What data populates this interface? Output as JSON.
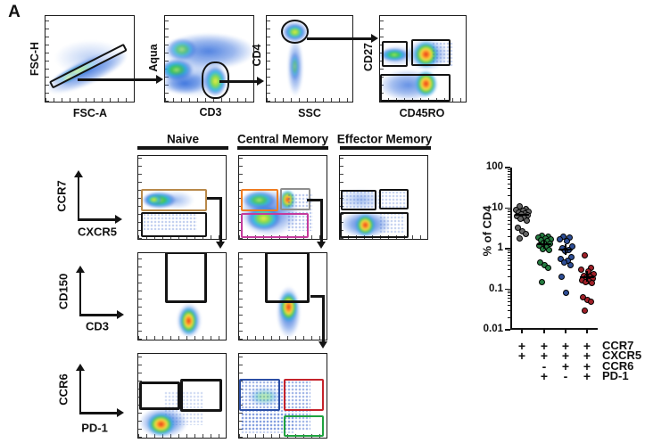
{
  "panel_label": "A",
  "gating_plots": [
    {
      "y": "FSC-H",
      "x": "FSC-A"
    },
    {
      "y": "Aqua",
      "x": "CD3"
    },
    {
      "y": "CD4",
      "x": "SSC"
    },
    {
      "y": "CD27",
      "x": "CD45RO"
    }
  ],
  "subset_columns": [
    {
      "label": "Naive"
    },
    {
      "label": "Central Memory"
    },
    {
      "label": "Effector Memory"
    }
  ],
  "marker_axes": [
    {
      "y": "CCR7",
      "x": "CXCR5"
    },
    {
      "y": "CD150",
      "x": "CD3"
    },
    {
      "y": "CCR6",
      "x": "PD-1"
    }
  ],
  "gate_colors": {
    "tan": "#B8894A",
    "orange": "#F07C21",
    "gray": "#8E8E8E",
    "magenta": "#C43B9C",
    "blue": "#2B4EA4",
    "red": "#C5232B",
    "green": "#1FA23F",
    "black": "#141414"
  },
  "chart_data": {
    "type": "scatter",
    "title": "",
    "ylabel": "% of CD4",
    "xlabel": "",
    "yscale": "log",
    "ylim": [
      0.01,
      100
    ],
    "grid": false,
    "legend_position": "none",
    "yticks": [
      {
        "label": "100",
        "value": 100
      },
      {
        "label": "10",
        "value": 10
      },
      {
        "label": "1",
        "value": 1
      },
      {
        "label": "0.1",
        "value": 0.1
      },
      {
        "label": "0.01",
        "value": 0.01
      }
    ],
    "groups": [
      {
        "name": "CCR7+ CXCR5+",
        "color": "#666666",
        "median": 7,
        "values": [
          11,
          9.5,
          9,
          8.7,
          8.2,
          7.8,
          7.4,
          7,
          6.6,
          6.2,
          5.8,
          5.4,
          5,
          3.3,
          2.7,
          2.3,
          1.8
        ]
      },
      {
        "name": "CCR7+ CXCR5+ CCR6- PD-1+",
        "color": "#267D41",
        "median": 1.3,
        "whisker": [
          1.0,
          1.6
        ],
        "values": [
          2.1,
          2.0,
          1.9,
          1.8,
          1.7,
          1.6,
          1.5,
          1.4,
          1.3,
          1.2,
          1.1,
          1.0,
          0.95,
          0.45,
          0.4,
          0.34,
          0.15
        ]
      },
      {
        "name": "CCR7+ CXCR5+ CCR6+ PD-1-",
        "color": "#2E4E96",
        "median": 0.95,
        "whisker": [
          0.7,
          1.3
        ],
        "values": [
          2.0,
          1.85,
          1.7,
          1.55,
          1.15,
          1.05,
          0.95,
          0.9,
          0.62,
          0.55,
          0.5,
          0.45,
          0.4,
          0.2,
          0.08
        ]
      },
      {
        "name": "CCR7+ CXCR5+ CCR6+ PD-1+",
        "color": "#A02028",
        "median": 0.2,
        "whisker": [
          0.15,
          0.28
        ],
        "values": [
          0.7,
          0.33,
          0.3,
          0.27,
          0.24,
          0.21,
          0.2,
          0.19,
          0.18,
          0.17,
          0.16,
          0.15,
          0.14,
          0.062,
          0.055,
          0.05,
          0.03
        ]
      }
    ]
  },
  "phenotype_table": {
    "rows": [
      {
        "label": "CCR7",
        "signs": [
          "+",
          "+",
          "+",
          "+"
        ]
      },
      {
        "label": "CXCR5",
        "signs": [
          "+",
          "+",
          "+",
          "+"
        ]
      },
      {
        "label": "CCR6",
        "signs": [
          "",
          "-",
          "+",
          "+"
        ]
      },
      {
        "label": "PD-1",
        "signs": [
          "",
          "+",
          "-",
          "+"
        ]
      }
    ]
  }
}
